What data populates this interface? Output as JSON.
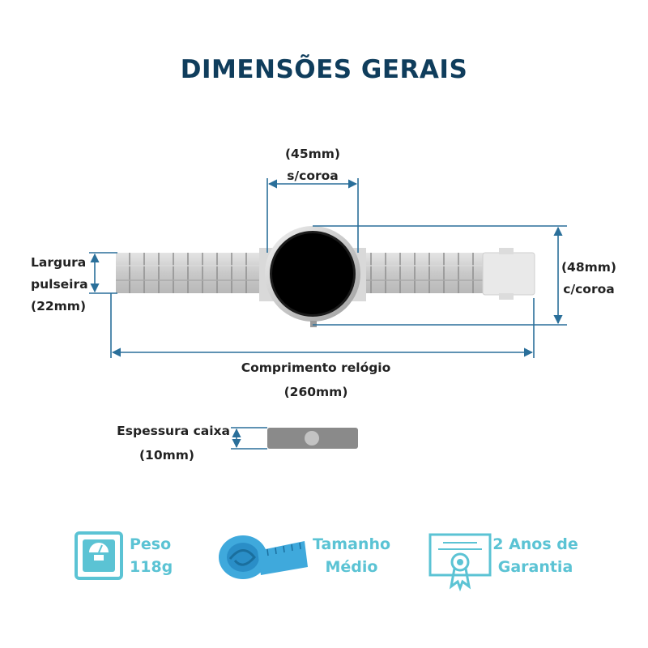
{
  "title": "DIMENSÕES GERAIS",
  "dimensions": {
    "width_value": "(45mm)",
    "width_note": "s/coroa",
    "height_value": "(48mm)",
    "height_note": "c/coroa",
    "band_label_1": "Largura",
    "band_label_2": "pulseira",
    "band_value": "(22mm)",
    "length_label": "Comprimento relógio",
    "length_value": "(260mm)",
    "thickness_label": "Espessura caixa",
    "thickness_value": "(10mm)"
  },
  "features": [
    {
      "icon": "scale-icon",
      "line1": "Peso",
      "line2": "118g"
    },
    {
      "icon": "measuring-tape-icon",
      "line1": "Tamanho",
      "line2": "Médio"
    },
    {
      "icon": "certificate-icon",
      "line1": "2 Anos de",
      "line2": "Garantia"
    }
  ],
  "colors": {
    "title": "#0f3d5c",
    "dimension_lines": "#2a6f9a",
    "accent": "#5bc3d4"
  }
}
